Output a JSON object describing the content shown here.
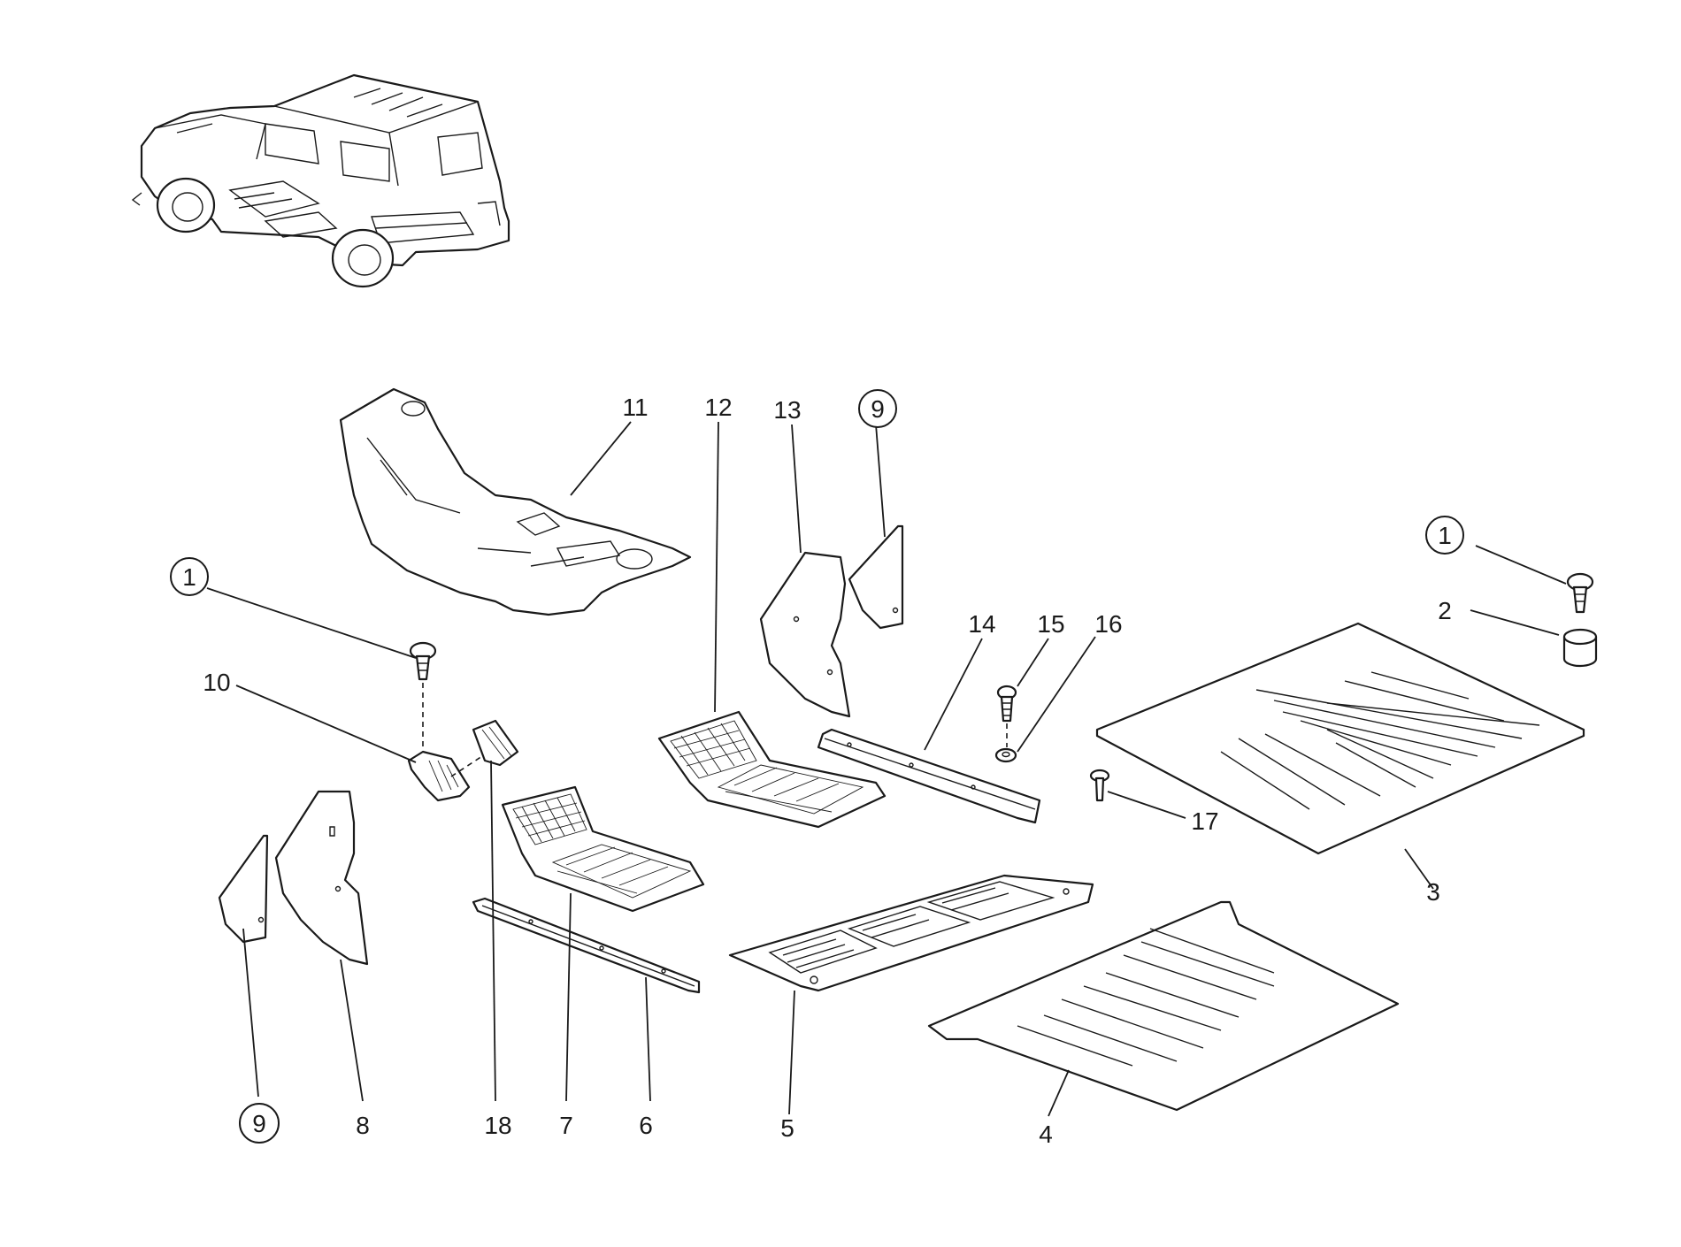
{
  "callouts": [
    {
      "id": "c11",
      "text": "11",
      "circled": false
    },
    {
      "id": "c12",
      "text": "12",
      "circled": false
    },
    {
      "id": "c13",
      "text": "13",
      "circled": false
    },
    {
      "id": "c9top",
      "text": "9",
      "circled": true
    },
    {
      "id": "c1right",
      "text": "1",
      "circled": true
    },
    {
      "id": "c2",
      "text": "2",
      "circled": false
    },
    {
      "id": "c14",
      "text": "14",
      "circled": false
    },
    {
      "id": "c15",
      "text": "15",
      "circled": false
    },
    {
      "id": "c16",
      "text": "16",
      "circled": false
    },
    {
      "id": "c17",
      "text": "17",
      "circled": false
    },
    {
      "id": "c3",
      "text": "3",
      "circled": false
    },
    {
      "id": "c1left",
      "text": "1",
      "circled": true
    },
    {
      "id": "c10",
      "text": "10",
      "circled": false
    },
    {
      "id": "c9bottom",
      "text": "9",
      "circled": true
    },
    {
      "id": "c8",
      "text": "8",
      "circled": false
    },
    {
      "id": "c18",
      "text": "18",
      "circled": false
    },
    {
      "id": "c7",
      "text": "7",
      "circled": false
    },
    {
      "id": "c6",
      "text": "6",
      "circled": false
    },
    {
      "id": "c5",
      "text": "5",
      "circled": false
    },
    {
      "id": "c4",
      "text": "4",
      "circled": false
    }
  ]
}
